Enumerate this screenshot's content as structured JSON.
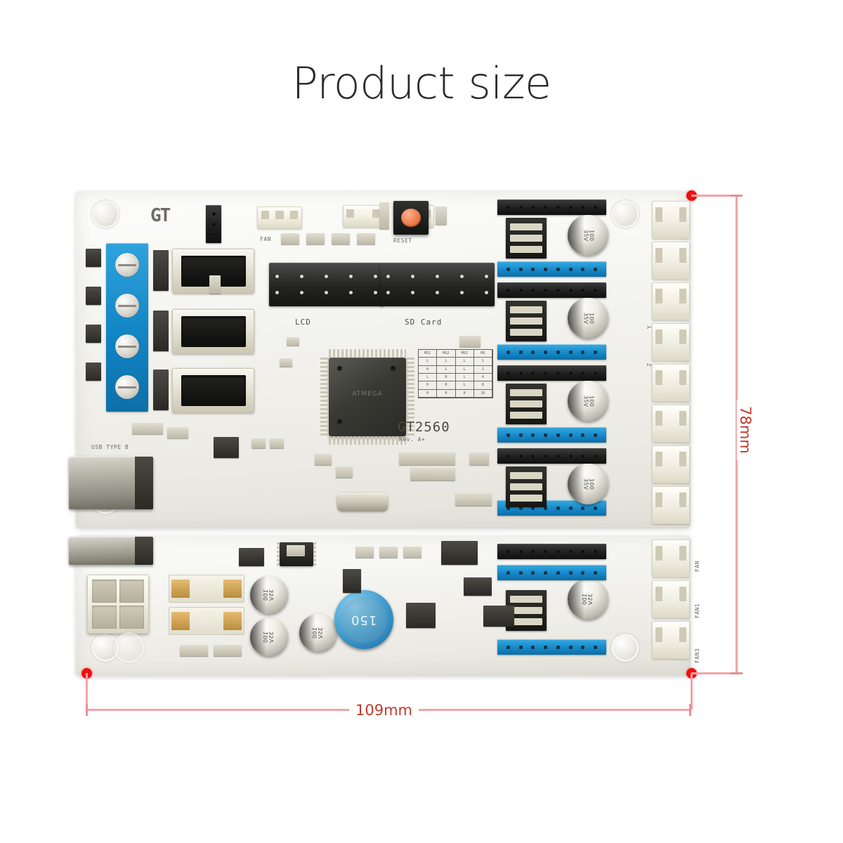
{
  "page": {
    "title": "Product size",
    "background_color": "#ffffff"
  },
  "dimensions": {
    "width_label": "109mm",
    "height_label": "78mm",
    "line_color": "#f4a3a6",
    "marker_color": "#ef0f0f",
    "text_color": "#c0392b",
    "marker_count": 3
  },
  "product": {
    "name": "GT2560",
    "revision": "Rev. A+",
    "views": [
      {
        "id": "top-view",
        "description": "controller board top face"
      },
      {
        "id": "bottom-view",
        "description": "controller board power section"
      }
    ]
  },
  "board_top": {
    "silkscreen": {
      "logo": "GT",
      "chip_label": "GT2560",
      "chip_rev": "Rev. A+",
      "lcd_header": "LCD",
      "sdcard_header": "SD Card"
    },
    "capacitors": [
      {
        "value": "100\n35V"
      },
      {
        "value": "100\n35V"
      },
      {
        "value": "100\n35V"
      },
      {
        "value": "100\n35V"
      }
    ],
    "ms_table": {
      "headers": [
        "MS1",
        "MS2",
        "MS3",
        "MS"
      ],
      "rows": [
        [
          "L",
          "L",
          "L",
          "1"
        ],
        [
          "H",
          "L",
          "L",
          "2"
        ],
        [
          "L",
          "H",
          "L",
          "4"
        ],
        [
          "H",
          "H",
          "L",
          "8"
        ],
        [
          "H",
          "H",
          "H",
          "16"
        ]
      ]
    }
  },
  "board_bottom": {
    "silkscreen": {
      "fan": "FAN",
      "fan1": "FAN1",
      "fan3": "FAN3"
    },
    "inductor": {
      "value": "150"
    },
    "capacitors": [
      {
        "value": "100\n35V"
      },
      {
        "value": "100\n35V"
      },
      {
        "value": "100\n35V"
      },
      {
        "value": "100\n35V"
      }
    ]
  }
}
